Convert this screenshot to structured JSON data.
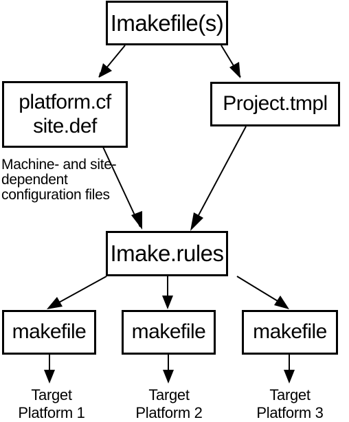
{
  "nodes": {
    "imakefile": "Imakefile(s)",
    "platform_cf": "platform.cf",
    "site_def": "site.def",
    "project_tmpl": "Project.tmpl",
    "imake_rules": "Imake.rules",
    "makefile_1": "makefile",
    "makefile_2": "makefile",
    "makefile_3": "makefile"
  },
  "annotation": {
    "line1": "Machine- and site-",
    "line2": "dependent",
    "line3": "configuration files"
  },
  "targets": [
    {
      "line1": "Target",
      "line2": "Platform 1"
    },
    {
      "line1": "Target",
      "line2": "Platform 2"
    },
    {
      "line1": "Target",
      "line2": "Platform 3"
    }
  ],
  "colors": {
    "stroke": "#000000",
    "background": "#ffffff"
  }
}
